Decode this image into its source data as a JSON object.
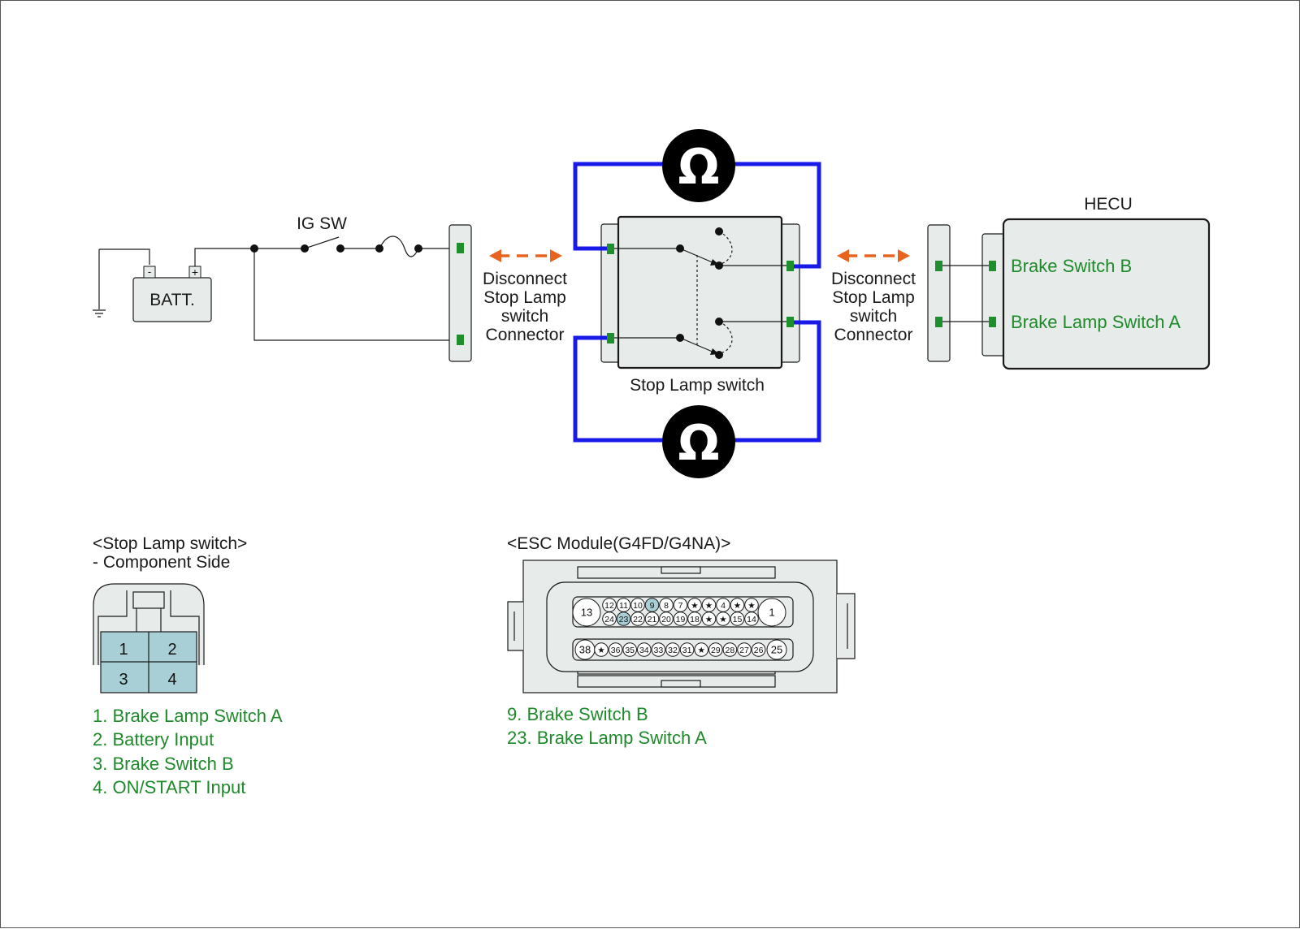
{
  "colors": {
    "wire_black": "#1a1a1a",
    "wire_blue": "#1a1ae6",
    "arrow_orange": "#e8641e",
    "terminal_green": "#1f8f2e",
    "label_green": "#1e8a2a",
    "body_gray": "#e7ecea",
    "pin_highlight": "#a9cfd6",
    "meter_black": "#000000"
  },
  "icons": {
    "ohm_meter": "ohm-symbol",
    "ground": "ground-symbol",
    "fuse": "fuse-symbol",
    "disconnect_arrow": "double-headed-arrow"
  },
  "circuit": {
    "ig_sw_label": "IG SW",
    "batt_label": "BATT.",
    "batt_minus": "-",
    "batt_plus": "+",
    "disconnect_left": [
      "Disconnect",
      "Stop Lamp",
      "switch",
      "Connector"
    ],
    "disconnect_right": [
      "Disconnect",
      "Stop Lamp",
      "switch",
      "Connector"
    ],
    "stop_lamp_switch_label": "Stop Lamp switch",
    "hecu_label": "HECU",
    "hecu_pin_b": "Brake Switch B",
    "hecu_pin_a": "Brake Lamp Switch A",
    "ohm_symbol": "Ω"
  },
  "stop_lamp_connector": {
    "title": "<Stop Lamp switch>",
    "subtitle": "- Component Side",
    "pins": [
      "1",
      "2",
      "3",
      "4"
    ],
    "legend": [
      "1. Brake Lamp Switch A",
      "2. Battery Input",
      "3. Brake Switch B",
      "4. ON/START Input"
    ]
  },
  "esc_module": {
    "title": "<ESC Module(G4FD/G4NA)>",
    "big_pins": [
      "13",
      "1",
      "38",
      "25"
    ],
    "row1": [
      "12",
      "11",
      "10",
      "9",
      "8",
      "7",
      "★",
      "★",
      "4",
      "★",
      "★"
    ],
    "row2": [
      "24",
      "23",
      "22",
      "21",
      "20",
      "19",
      "18",
      "★",
      "★",
      "15",
      "14"
    ],
    "row3": [
      "★",
      "36",
      "35",
      "34",
      "33",
      "32",
      "31",
      "★",
      "29",
      "28",
      "27",
      "26"
    ],
    "highlighted_pins": [
      "9",
      "23"
    ],
    "legend": [
      "9. Brake Switch B",
      "23. Brake Lamp Switch A"
    ]
  }
}
